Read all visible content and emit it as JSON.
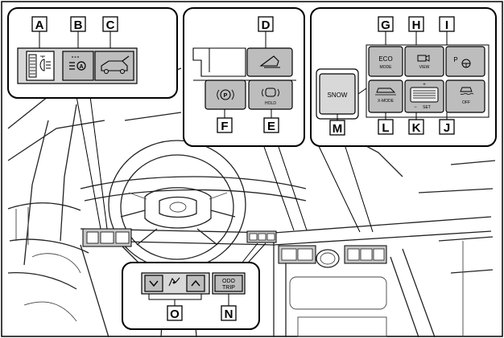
{
  "callouts": {
    "A": "A",
    "B": "B",
    "C": "C",
    "D": "D",
    "E": "E",
    "F": "F",
    "G": "G",
    "H": "H",
    "I": "I",
    "J": "J",
    "K": "K",
    "L": "L",
    "M": "M",
    "N": "N",
    "O": "O"
  },
  "buttons": {
    "snow": "SNOW",
    "eco_1": "ECO",
    "eco_2": "MODE",
    "view": "VIEW",
    "p_symbol": "P",
    "off": "OFF",
    "xmode": "X-MODE",
    "set": "SET",
    "plus": "+",
    "minus": "−",
    "hold": "HOLD",
    "odo": "ODO",
    "trip": "TRIP"
  },
  "icons": {
    "a": "light-level-dial-icon",
    "b": "auto-high-beam-icon",
    "c": "power-liftgate-icon",
    "d": "hood-open-icon",
    "f": "parking-brake-icon",
    "e": "brake-hold-icon",
    "h": "camera-view-icon",
    "i": "parking-assist-icon",
    "j": "vehicle-dynamics-off-icon",
    "o": "meter-control-icon"
  }
}
